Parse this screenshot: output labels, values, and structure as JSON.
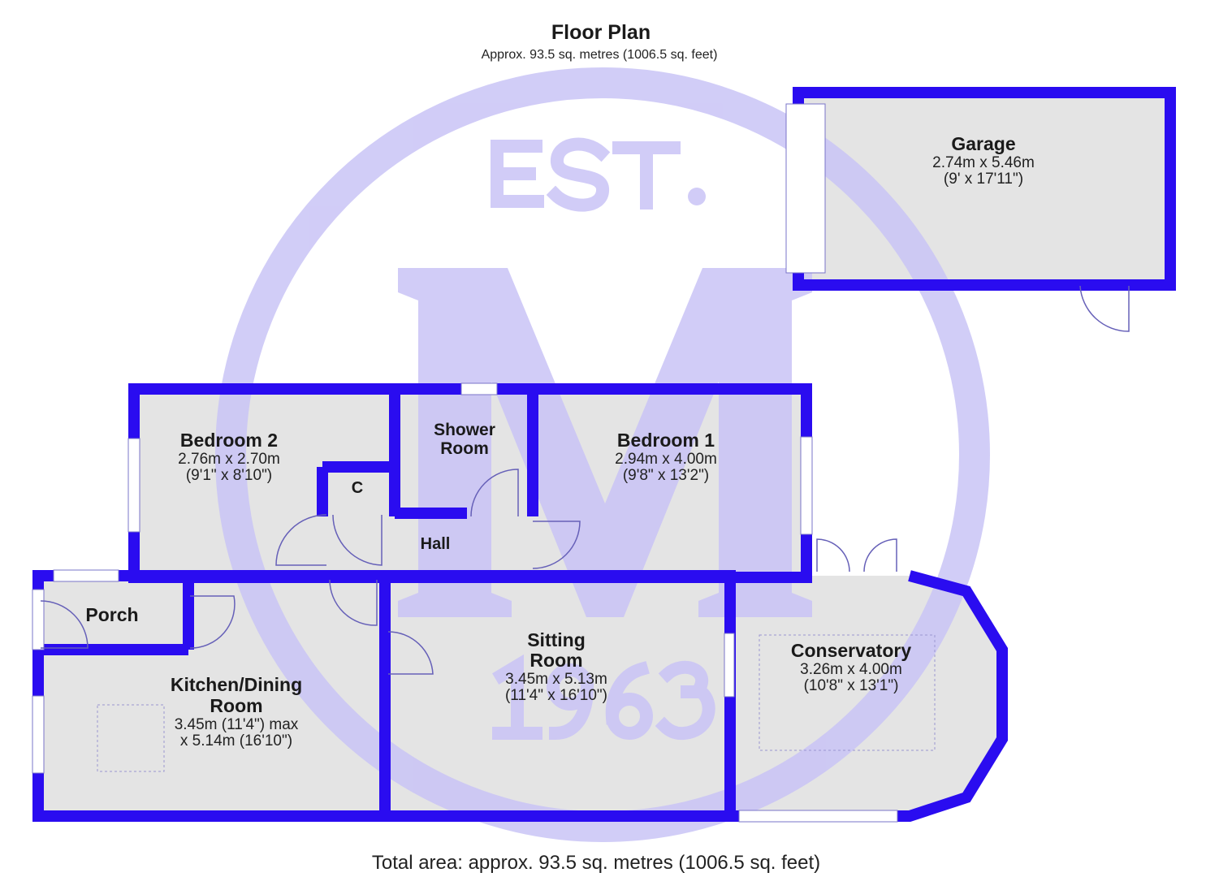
{
  "header": {
    "title": "Floor Plan",
    "subtitle": "Approx. 93.5 sq. metres (1006.5 sq. feet)"
  },
  "watermark": {
    "top": "EST.",
    "letter": "M",
    "year": "1963"
  },
  "rooms": {
    "garage": {
      "name": "Garage",
      "dim_m": "2.74m x 5.46m",
      "dim_ft": "(9' x 17'11\")"
    },
    "bedroom2": {
      "name": "Bedroom 2",
      "dim_m": "2.76m x 2.70m",
      "dim_ft": "(9'1\" x 8'10\")"
    },
    "shower": {
      "name_line1": "Shower",
      "name_line2": "Room"
    },
    "bedroom1": {
      "name": "Bedroom 1",
      "dim_m": "2.94m x 4.00m",
      "dim_ft": "(9'8\" x 13'2\")"
    },
    "cupboard": {
      "name": "C"
    },
    "hall": {
      "name": "Hall"
    },
    "porch": {
      "name": "Porch"
    },
    "kitchen": {
      "name_line1": "Kitchen/Dining",
      "name_line2": "Room",
      "dim_line1": "3.45m (11'4\") max",
      "dim_line2": "x 5.14m (16'10\")"
    },
    "sitting": {
      "name_line1": "Sitting",
      "name_line2": "Room",
      "dim_m": "3.45m x 5.13m",
      "dim_ft": "(11'4\" x 16'10\")"
    },
    "conservatory": {
      "name": "Conservatory",
      "dim_m": "3.26m x 4.00m",
      "dim_ft": "(10'8\" x 13'1\")"
    }
  },
  "footer": {
    "total": "Total area: approx. 93.5 sq. metres (1006.5 sq. feet)"
  },
  "colors": {
    "wall": "#2a0cf0",
    "floor": "#e4e4e4",
    "watermark": "#c9c4f6"
  }
}
